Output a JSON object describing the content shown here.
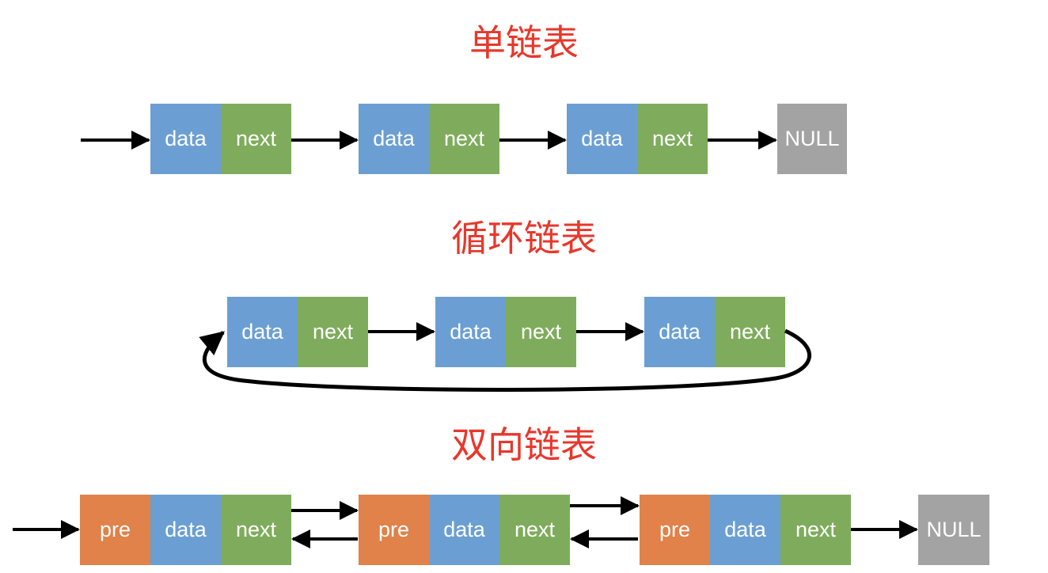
{
  "titles": {
    "singly": "单链表",
    "circular": "循环链表",
    "doubly": "双向链表"
  },
  "labels": {
    "data": "data",
    "next": "next",
    "pre": "pre",
    "null": "NULL"
  },
  "colors": {
    "title": "#e8372b",
    "data": "#6b9fd3",
    "next": "#7fac5c",
    "pre": "#e08249",
    "null": "#a3a3a3",
    "arrow": "#000000"
  }
}
